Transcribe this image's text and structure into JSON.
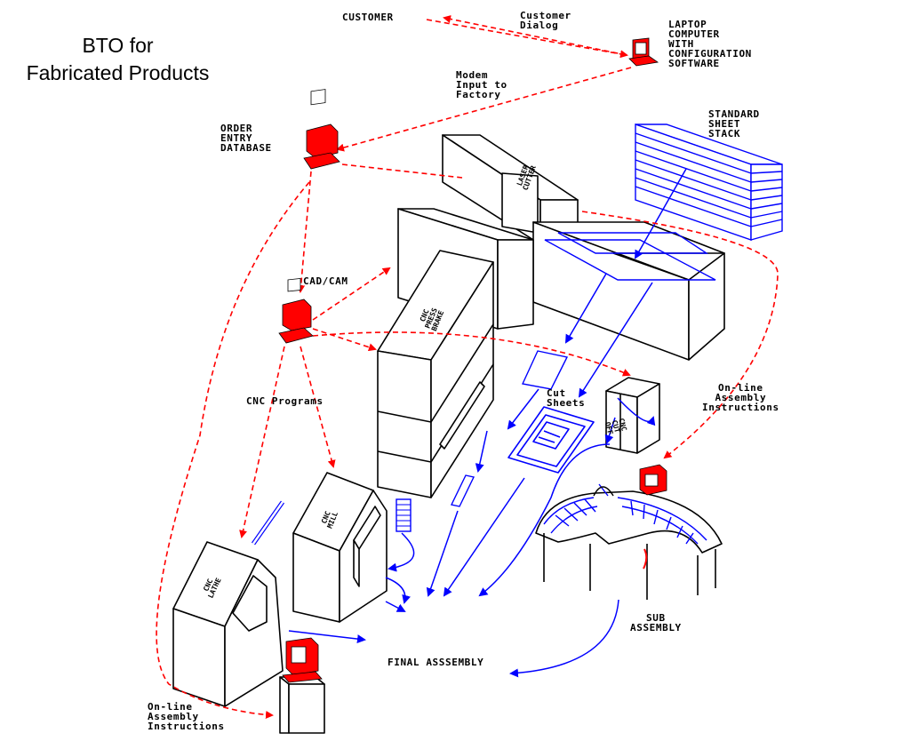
{
  "title": {
    "line1": "BTO for",
    "line2": "Fabricated Products"
  },
  "labels": {
    "customer": "CUSTOMER",
    "customer_dialog": [
      "Customer",
      "Dialog"
    ],
    "laptop": [
      "LAPTOP",
      "COMPUTER",
      "WITH",
      "CONFIGURATION",
      "SOFTWARE"
    ],
    "modem_input": [
      "Modem",
      "Input to",
      "Factory"
    ],
    "order_entry": [
      "ORDER",
      "ENTRY",
      "DATABASE"
    ],
    "standard_sheet": [
      "STANDARD",
      "SHEET",
      "STACK"
    ],
    "cad_cam": "CAD/CAM",
    "cnc_programs": "CNC Programs",
    "cut_sheets": [
      "Cut",
      "Sheets"
    ],
    "online_assembly_right": [
      "On-line",
      "Assembly",
      "Instructions"
    ],
    "online_assembly_left": [
      "On-line",
      "Assembly",
      "Instructions"
    ],
    "sub_assembly": [
      "SUB",
      "ASSEMBLY"
    ],
    "final_assembly": "FINAL ASSSEMBLY"
  },
  "machines": {
    "laser_cutter": [
      "LASER",
      "CUTTER"
    ],
    "press_brake": [
      "CNC",
      "PRESS",
      "BRAKE"
    ],
    "cut_off": [
      "CNC",
      "CUT",
      "OFF"
    ],
    "mill": [
      "CNC",
      "MILL"
    ],
    "lathe": [
      "CNC",
      "LATHE"
    ]
  },
  "colors": {
    "info_flow": "#ff0000",
    "material_flow": "#0000ff",
    "equipment": "#000000"
  }
}
